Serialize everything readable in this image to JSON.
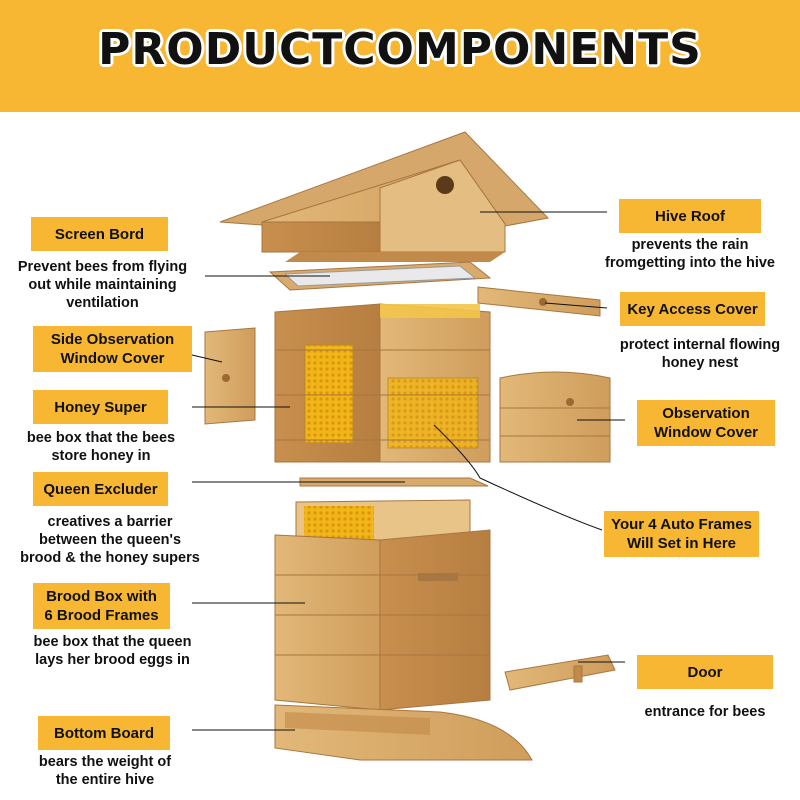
{
  "banner": {
    "title": "PRODUCTCOMPONENTS",
    "color": "#f7b733"
  },
  "components": [
    {
      "id": "screen-bord",
      "label": "Screen Bord",
      "desc": [
        "Prevent bees from flying",
        "out while maintaining",
        "ventilation"
      ]
    },
    {
      "id": "side-observation",
      "label": [
        "Side Observation",
        "Window Cover"
      ],
      "desc": []
    },
    {
      "id": "honey-super",
      "label": "Honey Super",
      "desc": [
        "bee box that the bees",
        "store honey in"
      ]
    },
    {
      "id": "queen-excluder",
      "label": "Queen Excluder",
      "desc": [
        "creatives a barrier",
        "between the queen's",
        "brood & the honey supers"
      ]
    },
    {
      "id": "brood-box",
      "label": [
        "Brood Box with",
        "6 Brood Frames"
      ],
      "desc": [
        "bee box that the queen",
        "lays her brood eggs in"
      ]
    },
    {
      "id": "bottom-board",
      "label": "Bottom Board",
      "desc": [
        "bears the weight of",
        "the entire hive"
      ]
    },
    {
      "id": "hive-roof",
      "label": "Hive Roof",
      "desc": [
        "prevents the rain",
        "fromgetting into the hive"
      ]
    },
    {
      "id": "key-access",
      "label": "Key Access Cover",
      "desc": [
        "protect internal flowing",
        "honey nest"
      ]
    },
    {
      "id": "observation-window",
      "label": [
        "Observation",
        "Window Cover"
      ],
      "desc": []
    },
    {
      "id": "auto-frames",
      "label": [
        "Your 4 Auto Frames",
        "Will Set in Here"
      ],
      "desc": []
    },
    {
      "id": "door",
      "label": "Door",
      "desc": [
        "entrance for bees"
      ]
    }
  ]
}
